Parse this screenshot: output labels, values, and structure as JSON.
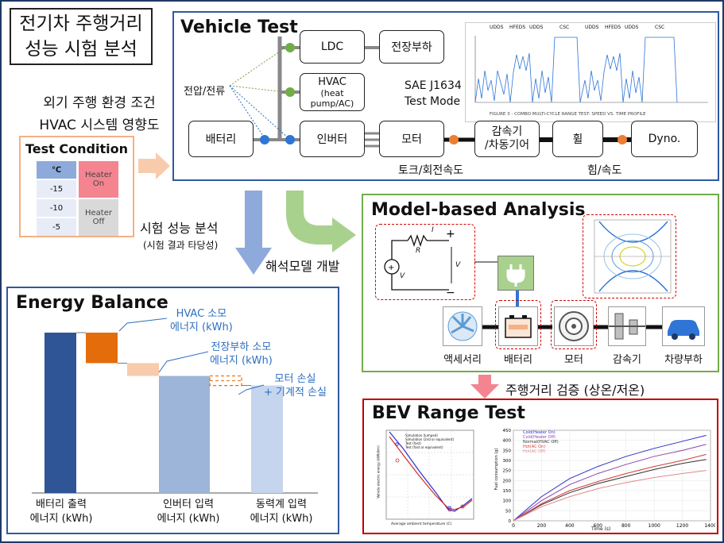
{
  "title": {
    "line1": "전기차 주행거리",
    "line2": "성능 시험 분석"
  },
  "env": {
    "line1": "외기 주행 환경 조건",
    "line2": "HVAC 시스템 영향도"
  },
  "test_condition": {
    "title": "Test Condition",
    "temp_header": "℃",
    "temps": [
      "-15",
      "-10",
      "-5"
    ],
    "heater_on": "Heater On",
    "heater_off": "Heater Off",
    "colors": {
      "header": "#8eaadb",
      "heater_on": "#f4848f",
      "heater_off": "#d9d9d9",
      "cell": "#e7ecf6"
    }
  },
  "vehicle_test": {
    "title": "Vehicle Test",
    "ldc": "LDC",
    "electric_load": "전장부하",
    "hvac": "HVAC",
    "hvac_sub": "(heat pump/AC)",
    "voltage_current": "전압/전류",
    "sae": "SAE J1634",
    "test_mode": "Test Mode",
    "battery": "배터리",
    "inverter": "인버터",
    "motor": "모터",
    "reducer": "감속기\n/차동기어",
    "wheel": "휠",
    "dyno": "Dyno.",
    "torque_speed": "토크/회전속도",
    "force_speed": "힘/속도",
    "profile_labels": [
      "UDDS",
      "HFEDS",
      "UDDS",
      "CSC",
      "UDDS",
      "HFEDS",
      "UDDS",
      "CSC"
    ],
    "profile_caption": "FIGURE 3 - COMBO MULTI-CYCLE RANGE TEST: SPEED VS. TIME PROFILE"
  },
  "flow": {
    "test_analysis": "시험 성능 분석",
    "test_analysis_sub": "(시험 결과 타당성)",
    "model_dev": "해석모델 개발",
    "range_verify": "주행거리 검증 (상온/저온)"
  },
  "model_analysis": {
    "title": "Model-based Analysis",
    "accessory": "액세서리",
    "battery": "배터리",
    "motor": "모터",
    "reducer": "감속기",
    "vehicle_load": "차량부하",
    "circuit": {
      "i": "I",
      "r": "R",
      "v": "V",
      "vo": "V"
    }
  },
  "energy_balance": {
    "title": "Energy Balance",
    "hvac_label": "HVAC 소모\n에너지 (kWh)",
    "load_label": "전장부하 소모\n에너지 (kWh)",
    "motor_loss_label": "모터 손실\n+ 기계적 손실",
    "x_labels": [
      "배터리 출력\n에너지 (kWh)",
      "인버터 입력\n에너지 (kWh)",
      "동력계 입력\n에너지 (kWh)"
    ],
    "colors": {
      "battery": "#2f5597",
      "hvac": "#e46c0a",
      "load": "#f8cbad",
      "inverter": "#9db5d8",
      "dyno": "#c5d5ee",
      "label": "#2e6fc0"
    }
  },
  "bev": {
    "title": "BEV Range Test",
    "left_legend": [
      "Simulation (lumped)",
      "Simulation (2nd or equivalent)",
      "Test (fast)",
      "Test (fast or equivalent)"
    ],
    "left_ylabel": "Vehicle electric energy (kWh/km)",
    "left_xlabel": "Average ambient temperature (C)",
    "right_ylabel": "Fuel consumption (g)",
    "right_xlabel": "Time (s)",
    "right_legend": [
      "Cold(Heater On)",
      "Cold(Heater Off)",
      "Normal(HVAC Off)",
      "Hot(AC On)",
      "Hot(AC Off)"
    ]
  },
  "chart_data": [
    {
      "type": "bar",
      "title": "Energy Balance",
      "categories": [
        "배터리 출력 에너지 (kWh)",
        "HVAC 소모 에너지 (kWh)",
        "전장부하 소모 에너지 (kWh)",
        "인버터 입력 에너지 (kWh)",
        "모터 손실 + 기계적 손실",
        "동력계 입력 에너지 (kWh)"
      ],
      "series": [
        {
          "values": [
            100,
            19,
            8,
            73,
            6,
            67
          ]
        }
      ],
      "ylim": [
        0,
        100
      ],
      "style": "waterfall"
    },
    {
      "type": "line",
      "xlabel": "Time (s)",
      "ylabel": "Fuel consumption (g)",
      "xlim": [
        0,
        1400
      ],
      "ylim": [
        0,
        450
      ],
      "x": [
        0,
        200,
        400,
        600,
        800,
        1000,
        1200,
        1370
      ],
      "series": [
        {
          "name": "Cold(Heater On)",
          "values": [
            0,
            120,
            210,
            270,
            320,
            360,
            395,
            425
          ]
        },
        {
          "name": "Cold(Heater Off)",
          "values": [
            0,
            100,
            180,
            235,
            280,
            320,
            350,
            380
          ]
        },
        {
          "name": "Normal(HVAC Off)",
          "values": [
            0,
            80,
            140,
            185,
            220,
            255,
            285,
            305
          ]
        },
        {
          "name": "Hot(AC On)",
          "values": [
            0,
            85,
            150,
            195,
            235,
            270,
            300,
            330
          ]
        },
        {
          "name": "Hot(AC Off)",
          "values": [
            0,
            70,
            120,
            160,
            190,
            215,
            235,
            250
          ]
        }
      ]
    }
  ]
}
